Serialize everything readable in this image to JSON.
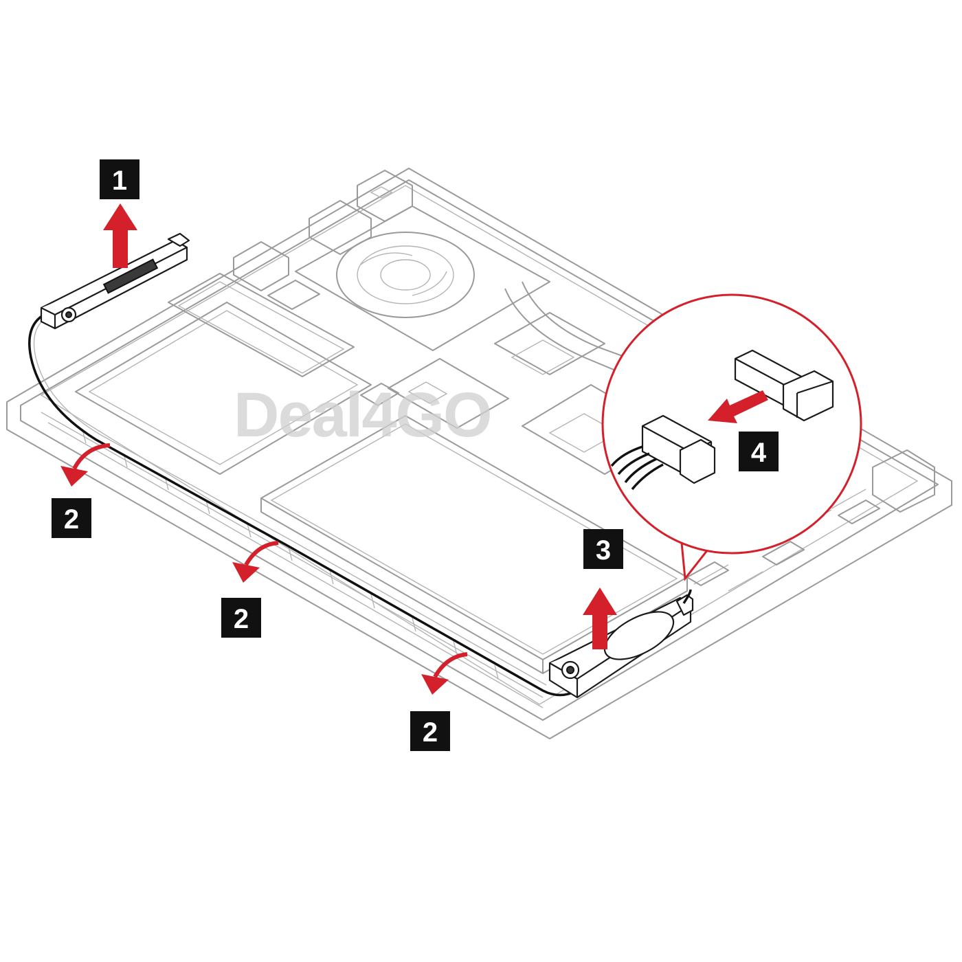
{
  "watermark": "Deal4GO",
  "steps": [
    {
      "id": "step-1",
      "label": "1"
    },
    {
      "id": "step-2a",
      "label": "2"
    },
    {
      "id": "step-2b",
      "label": "2"
    },
    {
      "id": "step-2c",
      "label": "2"
    },
    {
      "id": "step-3",
      "label": "3"
    },
    {
      "id": "step-4",
      "label": "4"
    }
  ],
  "colors": {
    "accent": "#d4202a",
    "badge": "#111111",
    "outline": "#9a9a9a"
  },
  "icons": [
    "up-arrow-icon",
    "curved-arrow-icon",
    "left-arrow-icon",
    "magnify-callout-icon"
  ]
}
